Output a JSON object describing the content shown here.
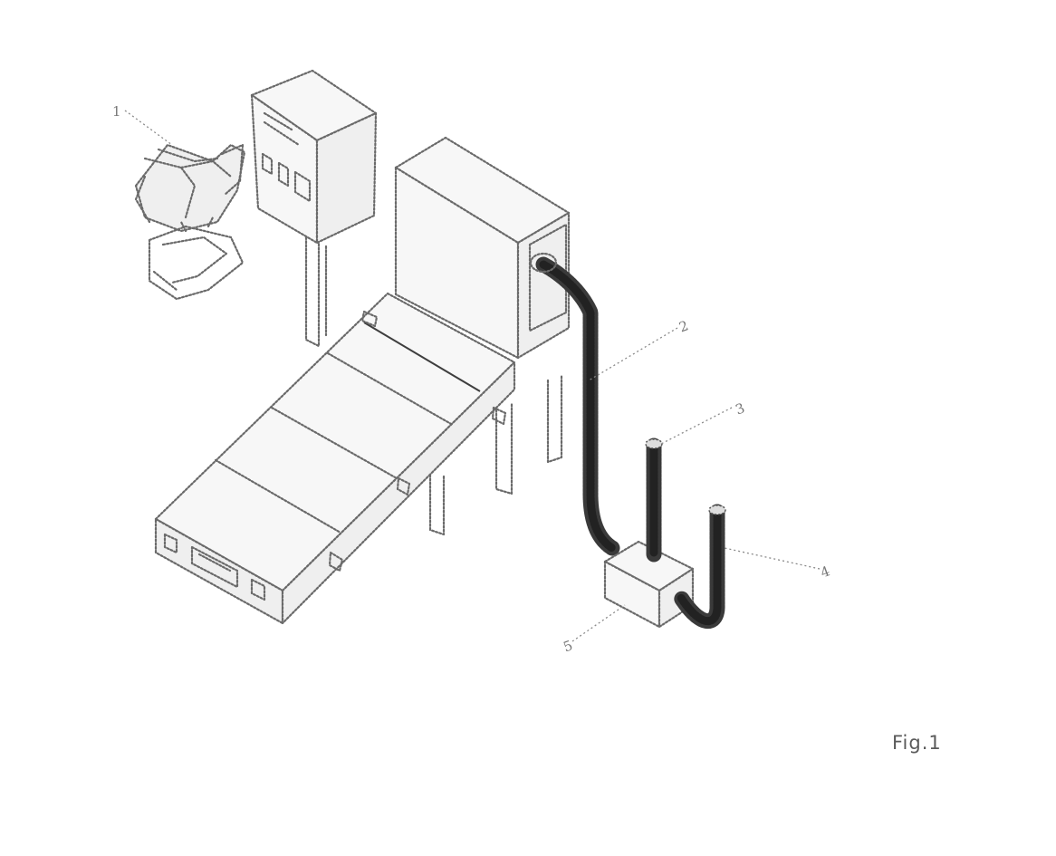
{
  "figure": {
    "caption": "Fig.1"
  },
  "callouts": [
    {
      "id": "1",
      "text": "1"
    },
    {
      "id": "2",
      "text": "2"
    },
    {
      "id": "3",
      "text": "3"
    },
    {
      "id": "4",
      "text": "4"
    },
    {
      "id": "5",
      "text": "5"
    }
  ]
}
